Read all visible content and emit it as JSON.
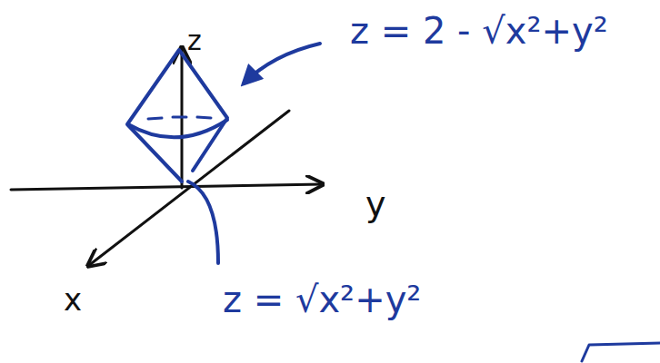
{
  "diagram": {
    "labels": [
      "z",
      "y",
      "x",
      "z = 2 - √x²+y²",
      "z = √x²+y²"
    ]
  }
}
